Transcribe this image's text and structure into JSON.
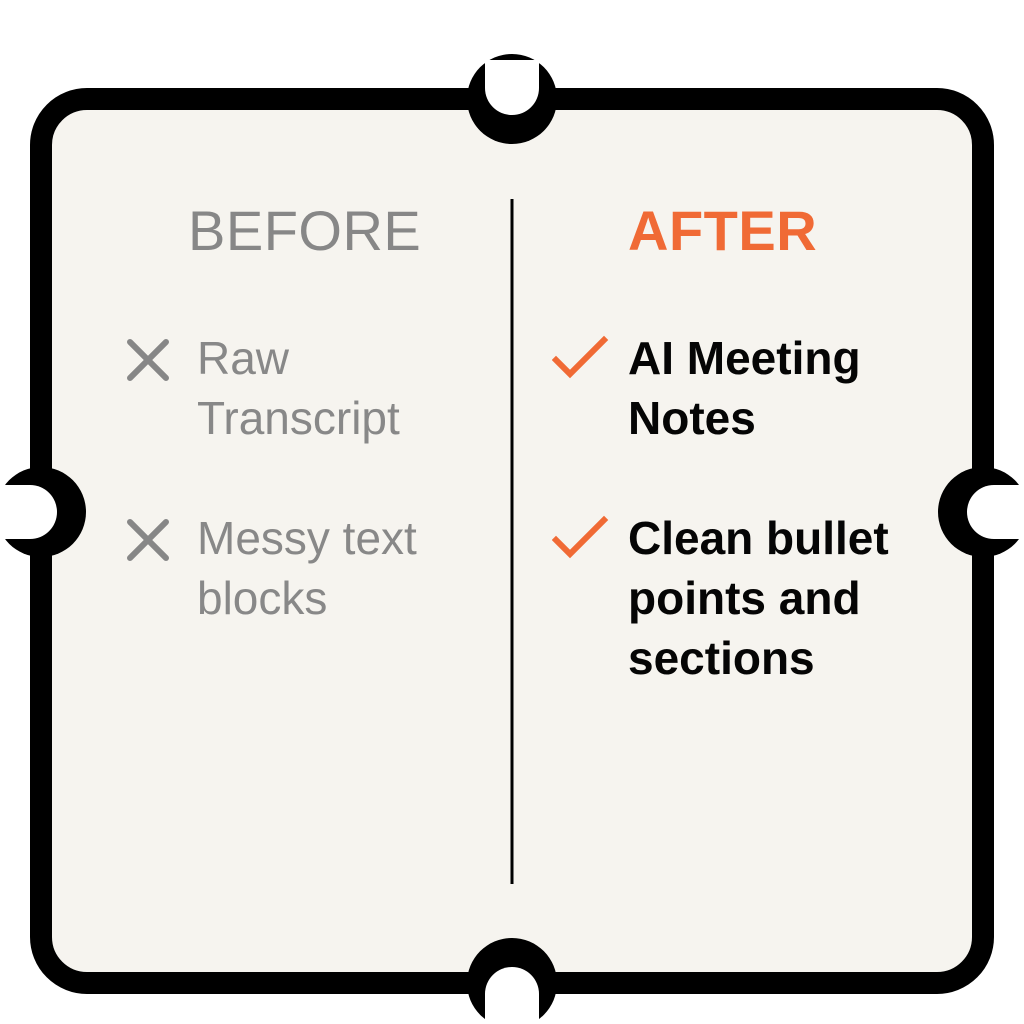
{
  "colors": {
    "frame_stroke": "#000000",
    "panel_bg": "#f6f4ef",
    "page_bg": "#ffffff",
    "before_text": "#888888",
    "after_accent": "#f06a35",
    "after_text": "#050505",
    "divider": "#000000"
  },
  "before": {
    "title": "BEFORE",
    "items": [
      {
        "icon": "x-icon",
        "text": "Raw\nTranscript"
      },
      {
        "icon": "x-icon",
        "text": "Messy text\nblocks"
      }
    ]
  },
  "after": {
    "title": "AFTER",
    "items": [
      {
        "icon": "check-icon",
        "text": "AI Meeting\nNotes"
      },
      {
        "icon": "check-icon",
        "text": "Clean bullet\npoints and\nsections"
      }
    ]
  }
}
